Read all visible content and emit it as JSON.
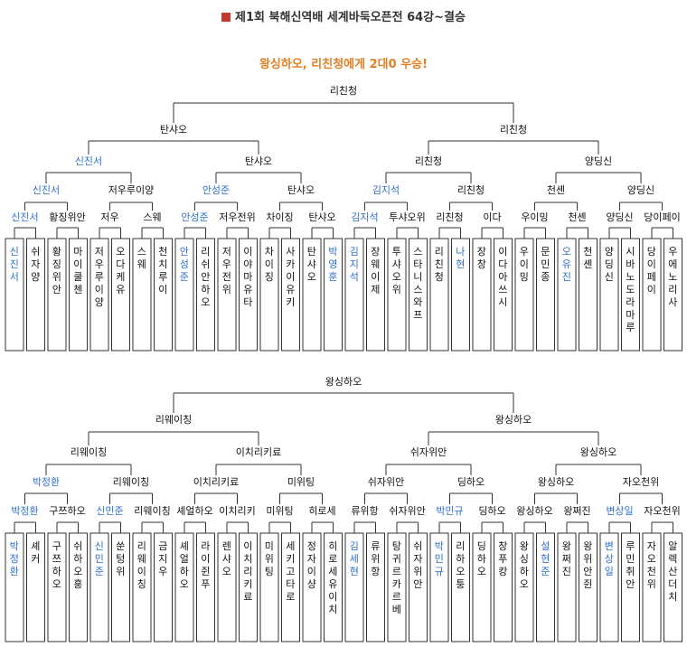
{
  "title": "제1회 북해신역배 세계바둑오픈전 64강~결승",
  "subtitle": "왕싱하오, 리친청에게 2대0 우승!",
  "final": {
    "champion": "왕싱하오",
    "runner_up": "리친청"
  },
  "brackets": [
    {
      "name": "top",
      "rounds": [
        [
          "리친청"
        ],
        [
          "탄샤오",
          "리친청"
        ],
        [
          "신진서",
          "탄샤오",
          "리친청",
          "양딩신"
        ],
        [
          "신진서",
          "저우루이양",
          "안성준",
          "탄샤오",
          "김지석",
          "리친청",
          "천셴",
          "양딩신"
        ],
        [
          "신진서",
          "황징위안",
          "저우",
          "스웨",
          "안성준",
          "저우전위",
          "차이징",
          "탄샤오",
          "김지석",
          "투샤오위",
          "리친청",
          "이다",
          "우이밍",
          "천셴",
          "양딩신",
          "당이페이"
        ]
      ],
      "winner_blue": [
        [
          false
        ],
        [
          false,
          false
        ],
        [
          true,
          false,
          false,
          false
        ],
        [
          true,
          false,
          true,
          false,
          true,
          false,
          false,
          false
        ],
        [
          true,
          false,
          false,
          false,
          true,
          false,
          false,
          false,
          true,
          false,
          false,
          false,
          false,
          false,
          false,
          false
        ]
      ],
      "players": [
        "신진서",
        "쉬자양",
        "황징위안",
        "마이쿨첸",
        "저우루이양",
        "오다케유",
        "스웨",
        "천치루이",
        "안성준",
        "리쉬안하오",
        "저우전위",
        "이야마유타",
        "차이징",
        "사카이유키",
        "탄샤오",
        "박영훈",
        "김지석",
        "장웨이제",
        "투샤오위",
        "스타니스와프",
        "리친청",
        "나현",
        "장창",
        "이다아쓰시",
        "우이밍",
        "문민종",
        "오유진",
        "천셴",
        "양딩신",
        "시바노도라마루",
        "당이페이",
        "우에노리사"
      ],
      "players_blue": [
        true,
        false,
        false,
        false,
        false,
        false,
        false,
        false,
        true,
        false,
        false,
        false,
        false,
        false,
        false,
        true,
        true,
        false,
        false,
        false,
        false,
        true,
        false,
        false,
        false,
        false,
        true,
        false,
        false,
        false,
        false,
        false
      ]
    },
    {
      "name": "bottom",
      "rounds": [
        [
          "왕싱하오"
        ],
        [
          "리웨이칭",
          "왕싱하오"
        ],
        [
          "리웨이칭",
          "이치리키료",
          "쉬자위안",
          "왕싱하오"
        ],
        [
          "박정환",
          "리웨이칭",
          "이치리키료",
          "미위팅",
          "쉬자위안",
          "딩하오",
          "왕싱하오",
          "자오천위"
        ],
        [
          "박정환",
          "구쯔하오",
          "신민준",
          "리웨이칭",
          "셰얼하오",
          "이치리키",
          "미위팅",
          "히로세",
          "류위항",
          "쉬자위안",
          "박민규",
          "딩하오",
          "왕싱하오",
          "왕쩌진",
          "변상일",
          "자오천위"
        ]
      ],
      "winner_blue": [
        [
          false
        ],
        [
          false,
          false
        ],
        [
          false,
          false,
          false,
          false
        ],
        [
          true,
          false,
          false,
          false,
          false,
          false,
          false,
          false
        ],
        [
          true,
          false,
          true,
          false,
          false,
          false,
          false,
          false,
          false,
          false,
          true,
          false,
          false,
          false,
          true,
          false
        ]
      ],
      "players": [
        "박정환",
        "셰커",
        "구쯔하오",
        "쉬하오훙",
        "신민준",
        "쑨텅위",
        "리웨이칭",
        "금지우",
        "셰얼하오",
        "라이쥔푸",
        "렌샤오",
        "이치리키료",
        "미위팅",
        "세키고타로",
        "정자이샹",
        "히로세유이치",
        "김세현",
        "류위항",
        "탕귀르카르베",
        "쉬자위안",
        "박민규",
        "리하오퉁",
        "딩하오",
        "창푸캉",
        "왕싱하오",
        "설현준",
        "왕쩌진",
        "왕위안쥔",
        "변상일",
        "루민취안",
        "자오천위",
        "알렉산더치"
      ],
      "players_blue": [
        true,
        false,
        false,
        false,
        true,
        false,
        false,
        false,
        false,
        false,
        false,
        false,
        false,
        false,
        false,
        false,
        true,
        false,
        false,
        false,
        true,
        false,
        false,
        false,
        false,
        true,
        false,
        false,
        true,
        false,
        false,
        false
      ]
    }
  ]
}
